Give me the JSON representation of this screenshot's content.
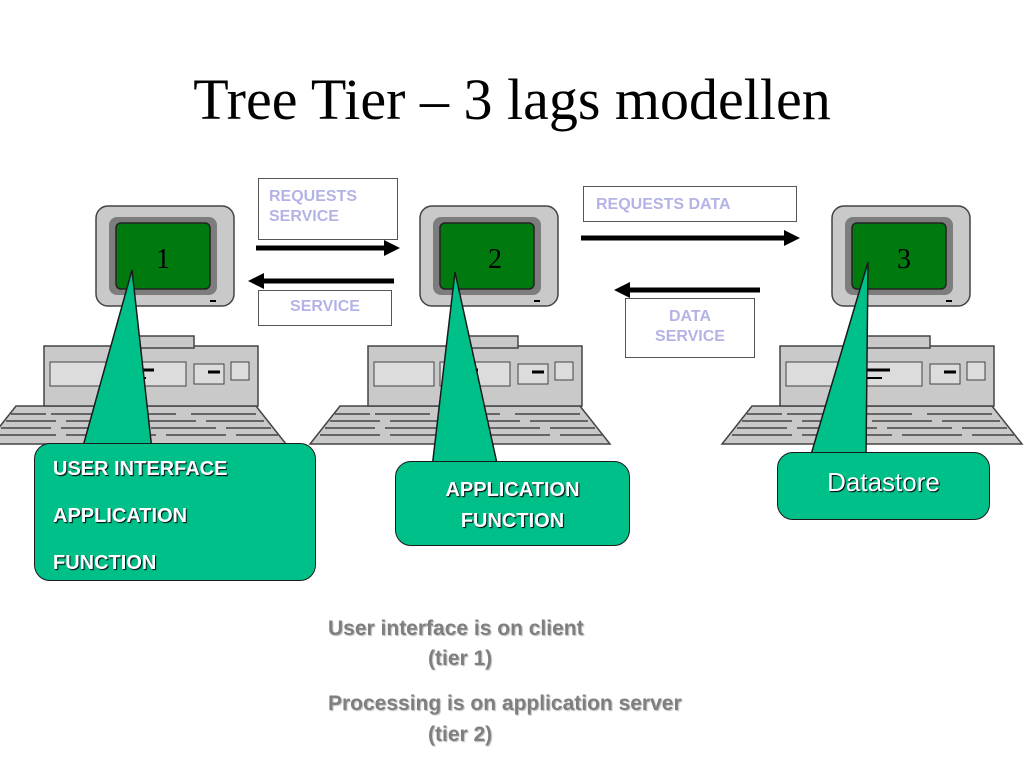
{
  "title": "Tree Tier – 3 lags modellen",
  "computers": [
    {
      "number": "1"
    },
    {
      "number": "2"
    },
    {
      "number": "3"
    }
  ],
  "arrows": {
    "requests_service": "REQUESTS SERVICE",
    "requests_service_line1": "REQUESTS",
    "requests_service_line2": "SERVICE",
    "service": "SERVICE",
    "requests_data": "REQUESTS DATA",
    "data_service_line1": "DATA",
    "data_service_line2": "SERVICE"
  },
  "roles": {
    "client": [
      "USER INTERFACE",
      "APPLICATION",
      "FUNCTION"
    ],
    "app_line1": "APPLICATION",
    "app_line2": "FUNCTION",
    "datastore": "Datastore"
  },
  "notes": {
    "tier1_line1": "User interface is on client",
    "tier1_line2": "(tier 1)",
    "tier2_line1": "Processing is on application server",
    "tier2_line2": "(tier 2)"
  },
  "colors": {
    "screen": "#007a0f",
    "role_box": "#00c08a",
    "label_text": "#b3b3e6",
    "note_text": "#7f7f7f"
  }
}
